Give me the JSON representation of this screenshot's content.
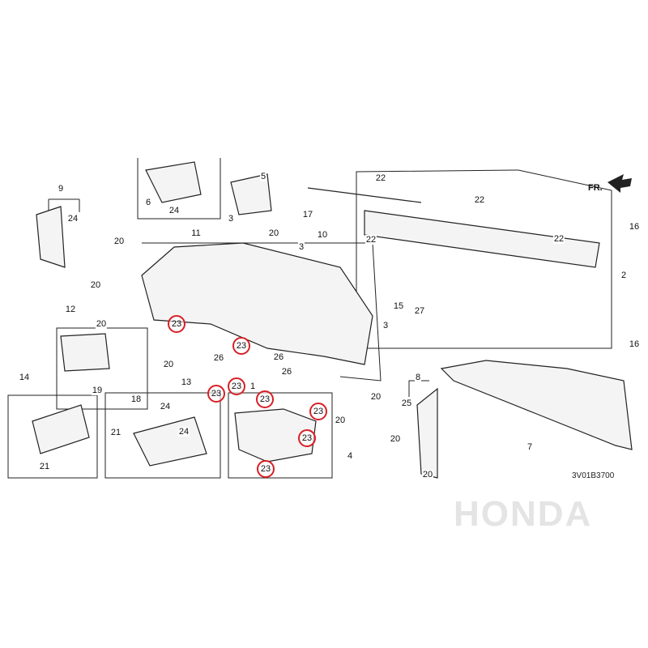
{
  "diagram": {
    "code": "3V01B3700",
    "direction_label": "FR.",
    "watermark": "HONDA",
    "highlight_color": "#d81f26",
    "labels": [
      "9",
      "24",
      "6",
      "24",
      "5",
      "3",
      "11",
      "20",
      "20",
      "3",
      "10",
      "17",
      "22",
      "22",
      "22",
      "22",
      "16",
      "2",
      "16",
      "20",
      "15",
      "27",
      "3",
      "12",
      "20",
      "20",
      "26",
      "26",
      "26",
      "1",
      "19",
      "18",
      "14",
      "13",
      "20",
      "20",
      "8",
      "25",
      "24",
      "24",
      "21",
      "21",
      "4",
      "20",
      "20",
      "7"
    ],
    "highlighted": [
      "23",
      "23",
      "23",
      "23",
      "23",
      "23",
      "23",
      "23",
      "23"
    ]
  }
}
